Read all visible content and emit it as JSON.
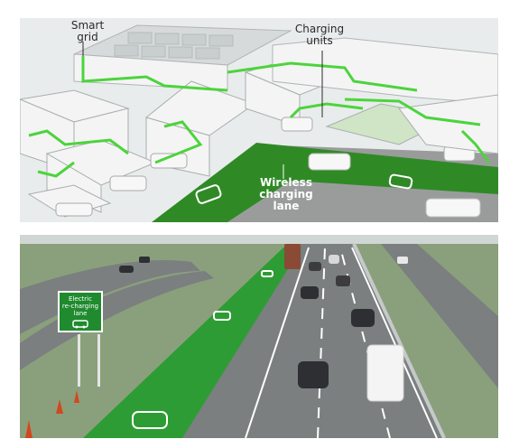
{
  "illustration": {
    "labels": {
      "smart_grid": [
        "Smart",
        "grid"
      ],
      "charging_units": [
        "Charging",
        "units"
      ],
      "wireless_lane": [
        "Wireless",
        "charging",
        "lane"
      ]
    },
    "colors": {
      "charging_lane": "#2f8a26",
      "grid_lines": "#4cd43c",
      "buildings": "#f4f4f4",
      "ground": "#e9ecec",
      "road": "#9a9c9c"
    }
  },
  "photo": {
    "sign": {
      "lines": [
        "Electric",
        "re-charging",
        "lane"
      ],
      "icon": "car-charging-icon"
    },
    "colors": {
      "lane_green": "#2e9c34",
      "asphalt": "#7b7f80",
      "grass": "#8aa07c",
      "sky_haze": "#cfd6d3"
    }
  }
}
